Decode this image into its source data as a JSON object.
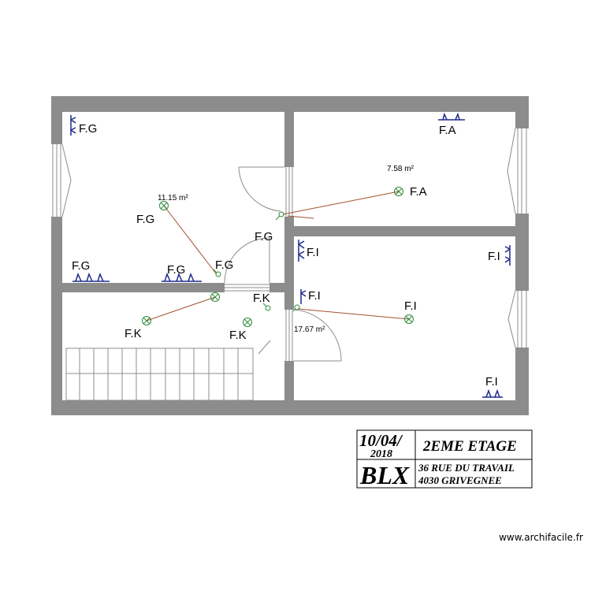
{
  "plan": {
    "areas": [
      "11.15 m²",
      "7.58 m²",
      "17.67 m²"
    ],
    "labels": {
      "fg_top_left": "F.G",
      "fa_top": "F.A",
      "fa_lamp": "F.A",
      "fg_lamp": "F.G",
      "fg_door": "F.G",
      "fi_center": "F.I",
      "fi_right_top": "F.I",
      "fg_bottom_left": "F.G",
      "fg_bottom_mid": "F.G",
      "fg_switch": "F.G",
      "fk_switch": "F.K",
      "fi_switch": "F.I",
      "fi_lamp": "F.I",
      "fk_lamp_left": "F.K",
      "fk_lamp_mid": "F.K",
      "fi_bottom_right": "F.I"
    }
  },
  "title_block": {
    "date_line1": "10/04/",
    "date_line2": "2018",
    "floor": "2EME ETAGE",
    "code": "BLX",
    "address_line1": "36 RUE DU TRAVAIL",
    "address_line2": "4030  GRIVEGNEE"
  },
  "watermark": "www.archifacile.fr",
  "colors": {
    "wall": "#8c8c8c",
    "outlet": "#1e2a8c",
    "lamp": "#2e8b3a",
    "wire": "#a0522d"
  }
}
